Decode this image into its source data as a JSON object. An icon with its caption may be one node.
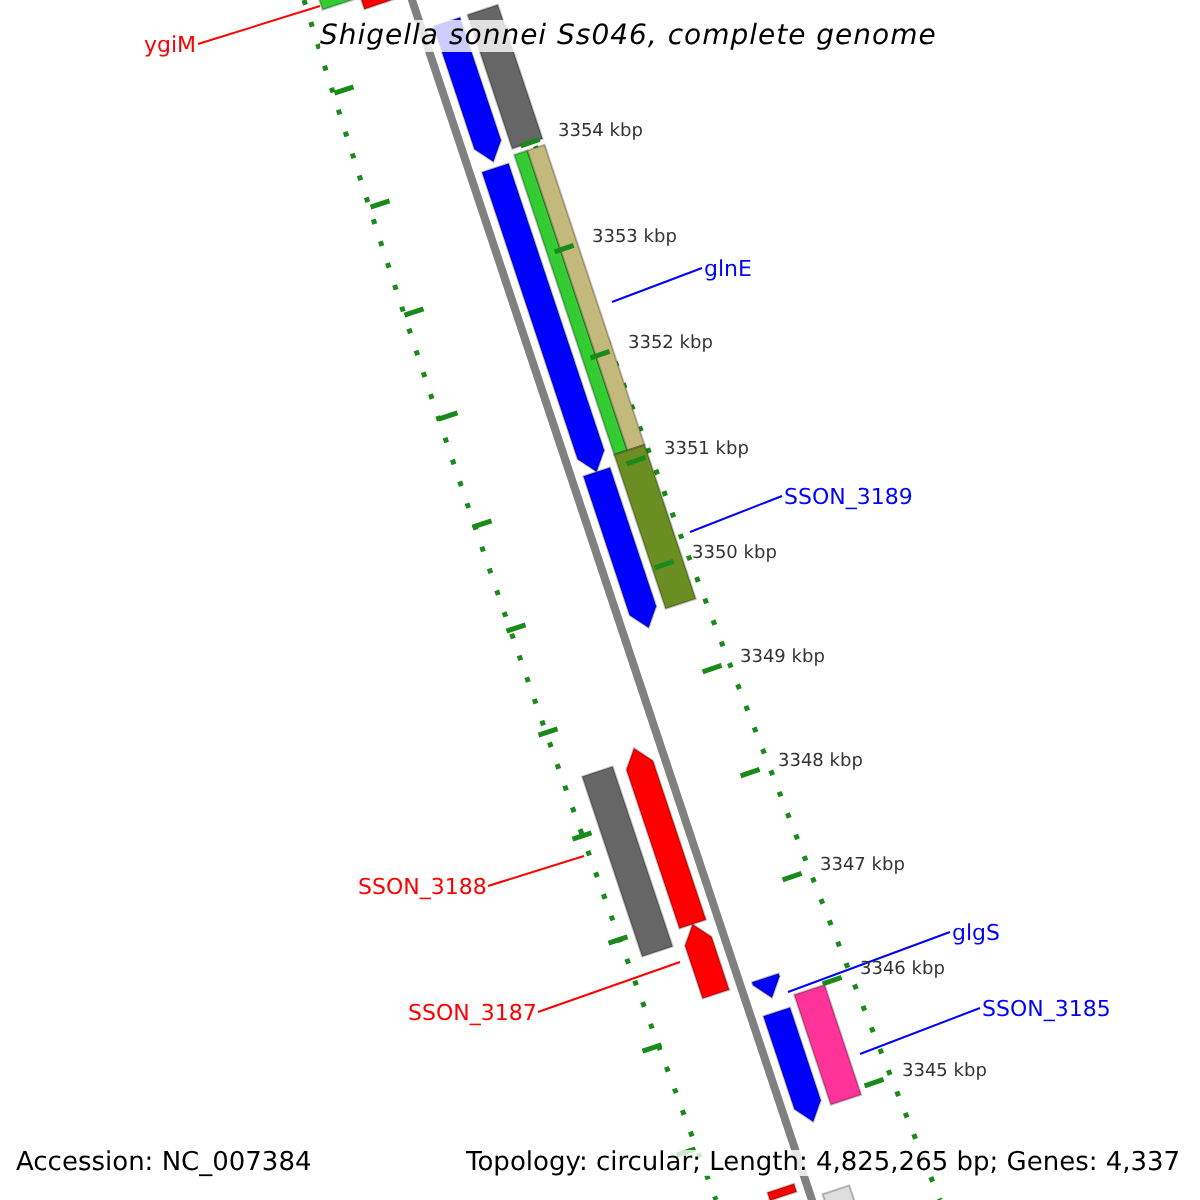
{
  "diagram": {
    "title": "Shigella sonnei Ss046, complete genome",
    "nodes": [
      {
        "text": [
          "ygiM"
        ]
      },
      {
        "text": [
          "glnE"
        ]
      },
      {
        "text": [
          "SSON_3189"
        ]
      },
      {
        "text": [
          "SSON_3188"
        ]
      },
      {
        "text": [
          "glgS"
        ]
      },
      {
        "text": [
          "SSON_3187"
        ]
      },
      {
        "text": [
          "SSON_3185"
        ]
      },
      {
        "text": [],
        "shape": "bar"
      },
      {
        "text": [],
        "shape": "bar"
      },
      {
        "text": [],
        "shape": "bar"
      },
      {
        "text": [],
        "shape": "bar"
      },
      {
        "text": [],
        "shape": "bar"
      },
      {
        "text": [],
        "shape": "bar"
      },
      {
        "text": [],
        "shape": "bar"
      },
      {
        "text": [],
        "shape": "bar"
      },
      {
        "text": [],
        "shape": "bar"
      },
      {
        "text": [],
        "shape": "bar"
      },
      {
        "text": [],
        "shape": "bar"
      },
      {
        "text": [],
        "shape": "bar"
      },
      {
        "text": [],
        "shape": "bar"
      },
      {
        "text": [],
        "shape": "bar"
      },
      {
        "text": [],
        "shape": "bar"
      },
      {
        "text": [],
        "shape": "bar"
      },
      {
        "text": [],
        "shape": "bar"
      }
    ],
    "edges": [
      {
        "from": 0,
        "to": 7,
        "arrow": "none",
        "color": "#ff0000"
      },
      {
        "from": 1,
        "to": 13,
        "arrow": "none"
      },
      {
        "from": 2,
        "to": 15,
        "arrow": "none"
      },
      {
        "from": 3,
        "to": 16,
        "arrow": "none",
        "color": "#ff0000"
      },
      {
        "from": 4,
        "to": 19,
        "arrow": "none"
      },
      {
        "from": 5,
        "to": 18,
        "arrow": "none",
        "color": "#ff0000"
      },
      {
        "from": 6,
        "to": 21,
        "arrow": "none"
      }
    ],
    "labels": [
      "3354 kbp",
      "3353 kbp",
      "3352 kbp",
      "3351 kbp",
      "3350 kbp",
      "3349 kbp",
      "3348 kbp",
      "3347 kbp",
      "3346 kbp",
      "3345 kbp",
      "Accession: NC_007384",
      "Topology: circular; Length: 4,825,265 bp; Genes: 4,337"
    ]
  }
}
